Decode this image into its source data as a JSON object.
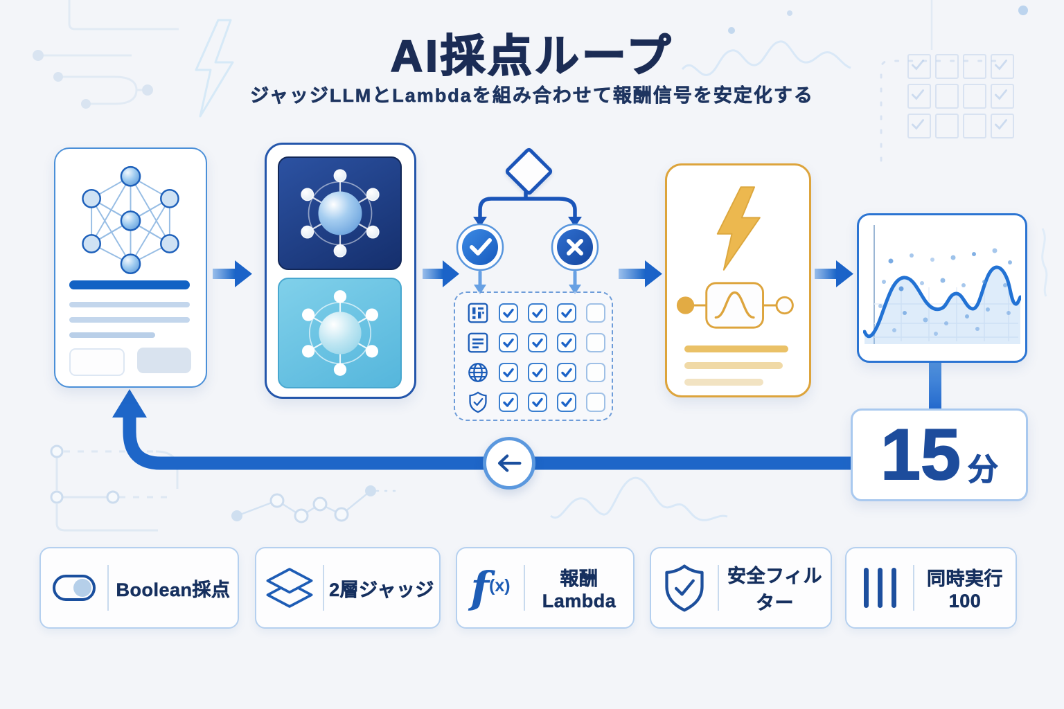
{
  "header": {
    "title": "AI採点ループ",
    "subtitle": "ジャッジLLMとLambdaを組み合わせて報酬信号を安定化する"
  },
  "cycle": {
    "value": "15",
    "unit": "分"
  },
  "checklist": {
    "rows": [
      {
        "icon": "dashboard-icon",
        "checks": [
          true,
          true,
          true,
          false
        ]
      },
      {
        "icon": "document-icon",
        "checks": [
          true,
          true,
          true,
          false
        ]
      },
      {
        "icon": "globe-icon",
        "checks": [
          true,
          true,
          true,
          false
        ]
      },
      {
        "icon": "shield-icon",
        "checks": [
          true,
          true,
          true,
          false
        ]
      }
    ]
  },
  "legend": [
    {
      "icon": "toggle-icon",
      "label": "Boolean採点"
    },
    {
      "icon": "layers-icon",
      "label": "2層ジャッジ"
    },
    {
      "icon": "fx-icon",
      "label": "報酬Lambda",
      "fx_main": "f",
      "fx_sub": "(x)"
    },
    {
      "icon": "shield-check-icon",
      "label": "安全フィルター"
    },
    {
      "icon": "concurrency-icon",
      "label": "同時実行100"
    }
  ],
  "colors": {
    "primary": "#1b63c8",
    "navy_card": "#1c3e8f",
    "cyan_card": "#5fc0e2",
    "gold": "#dda43c",
    "title_navy": "#1b2c55"
  }
}
